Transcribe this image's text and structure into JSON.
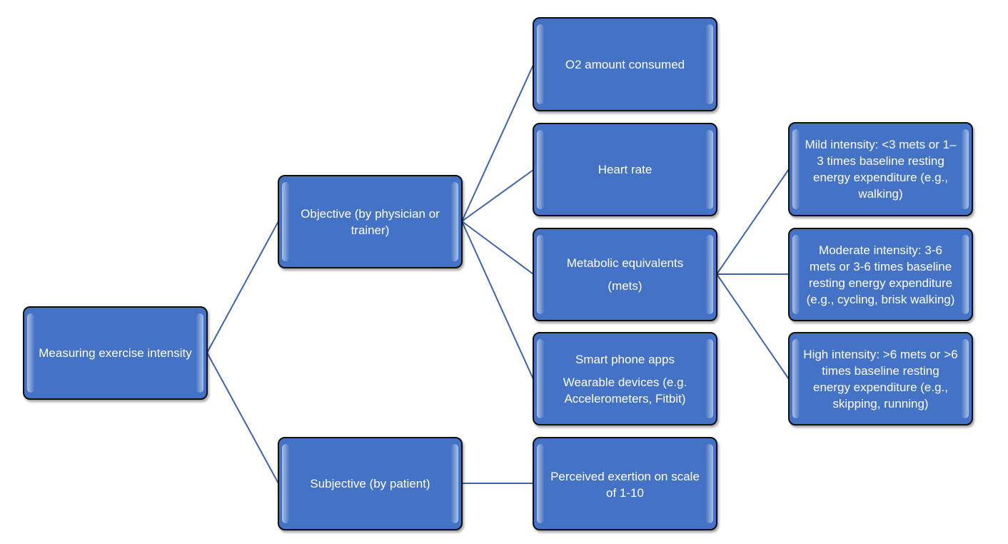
{
  "diagram": {
    "root": {
      "lines": [
        "Measuring exercise intensity"
      ]
    },
    "objective": {
      "lines": [
        "Objective (by physician or",
        "trainer)"
      ]
    },
    "subjective": {
      "lines": [
        "Subjective (by patient)"
      ]
    },
    "o2": {
      "lines": [
        "O2 amount consumed"
      ]
    },
    "heart_rate": {
      "lines": [
        "Heart rate"
      ]
    },
    "mets": {
      "lines": [
        "Metabolic equivalents",
        "(mets)"
      ]
    },
    "apps": {
      "lines": [
        "Smart phone apps",
        "Wearable devices (e.g.",
        "Accelerometers, Fitbit)"
      ]
    },
    "perceived": {
      "lines": [
        "Perceived exertion on scale",
        "of 1-10"
      ]
    },
    "mild": {
      "lines": [
        "Mild intensity: <3 mets or 1–",
        "3 times baseline resting",
        "energy expenditure (e.g.,",
        "walking)"
      ]
    },
    "moderate": {
      "lines": [
        "Moderate intensity: 3-6",
        "mets or 3-6 times baseline",
        "resting energy expenditure",
        "(e.g., cycling, brisk walking)"
      ]
    },
    "high": {
      "lines": [
        "High intensity: >6 mets or >6",
        "times baseline resting",
        "energy expenditure (e.g.,",
        "skipping, running)"
      ]
    },
    "colors": {
      "node_fill": "#4472c4",
      "node_border": "#0d0d0d",
      "connector": "#3f63a8",
      "text": "#ffffff"
    }
  }
}
